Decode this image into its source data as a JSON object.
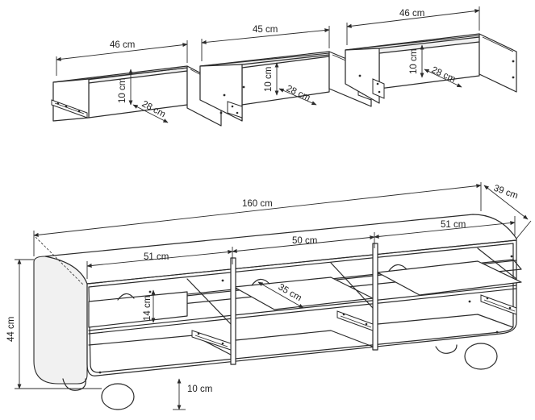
{
  "drawers": {
    "left": {
      "width": "46 cm",
      "height": "10 cm",
      "depth": "28 cm"
    },
    "middle": {
      "width": "45 cm",
      "height": "10 cm",
      "depth": "28 cm"
    },
    "right": {
      "width": "46 cm",
      "height": "10 cm",
      "depth": "28 cm"
    }
  },
  "cabinet": {
    "total_width": "160 cm",
    "depth": "39 cm",
    "total_height": "44 cm",
    "left_compartment": "51 cm",
    "middle_compartment": "50 cm",
    "right_compartment": "51 cm",
    "shelf_height": "14 cm",
    "shelf_depth": "35 cm",
    "foot_height": "10 cm"
  }
}
